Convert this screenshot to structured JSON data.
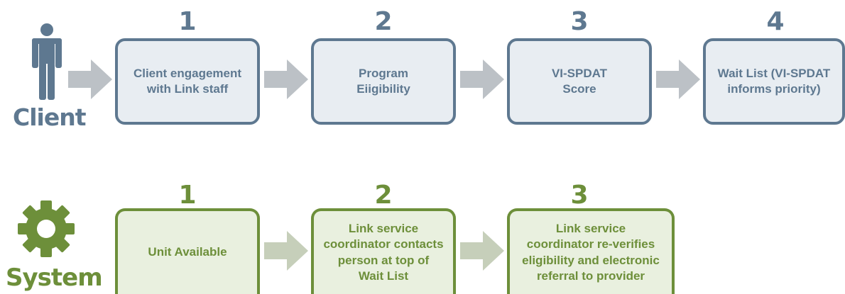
{
  "client_row": {
    "label": "Client",
    "steps": [
      {
        "number": "1",
        "text": "Client engagement\nwith Link staff"
      },
      {
        "number": "2",
        "text": "Program\nEiigibility"
      },
      {
        "number": "3",
        "text": "VI-SPDAT\nScore"
      },
      {
        "number": "4",
        "text": "Wait List (VI-SPDAT\ninforms priority)"
      }
    ]
  },
  "system_row": {
    "label": "System",
    "steps": [
      {
        "number": "1",
        "text": "Unit Available"
      },
      {
        "number": "2",
        "text": "Link service\ncoordinator contacts\nperson at top of\nWait List"
      },
      {
        "number": "3",
        "text": "Link service\ncoordinator re-verifies\neligibility and electronic\nreferral to provider"
      }
    ]
  },
  "colors": {
    "client_accent": "#5e7890",
    "client_fill": "#e8edf2",
    "system_accent": "#6d8f3a",
    "system_fill": "#e9f0df",
    "client_arrow": "#bcc1c6",
    "system_arrow": "#c6cfba"
  },
  "icons": {
    "client": "person-icon",
    "system": "gear-icon"
  }
}
